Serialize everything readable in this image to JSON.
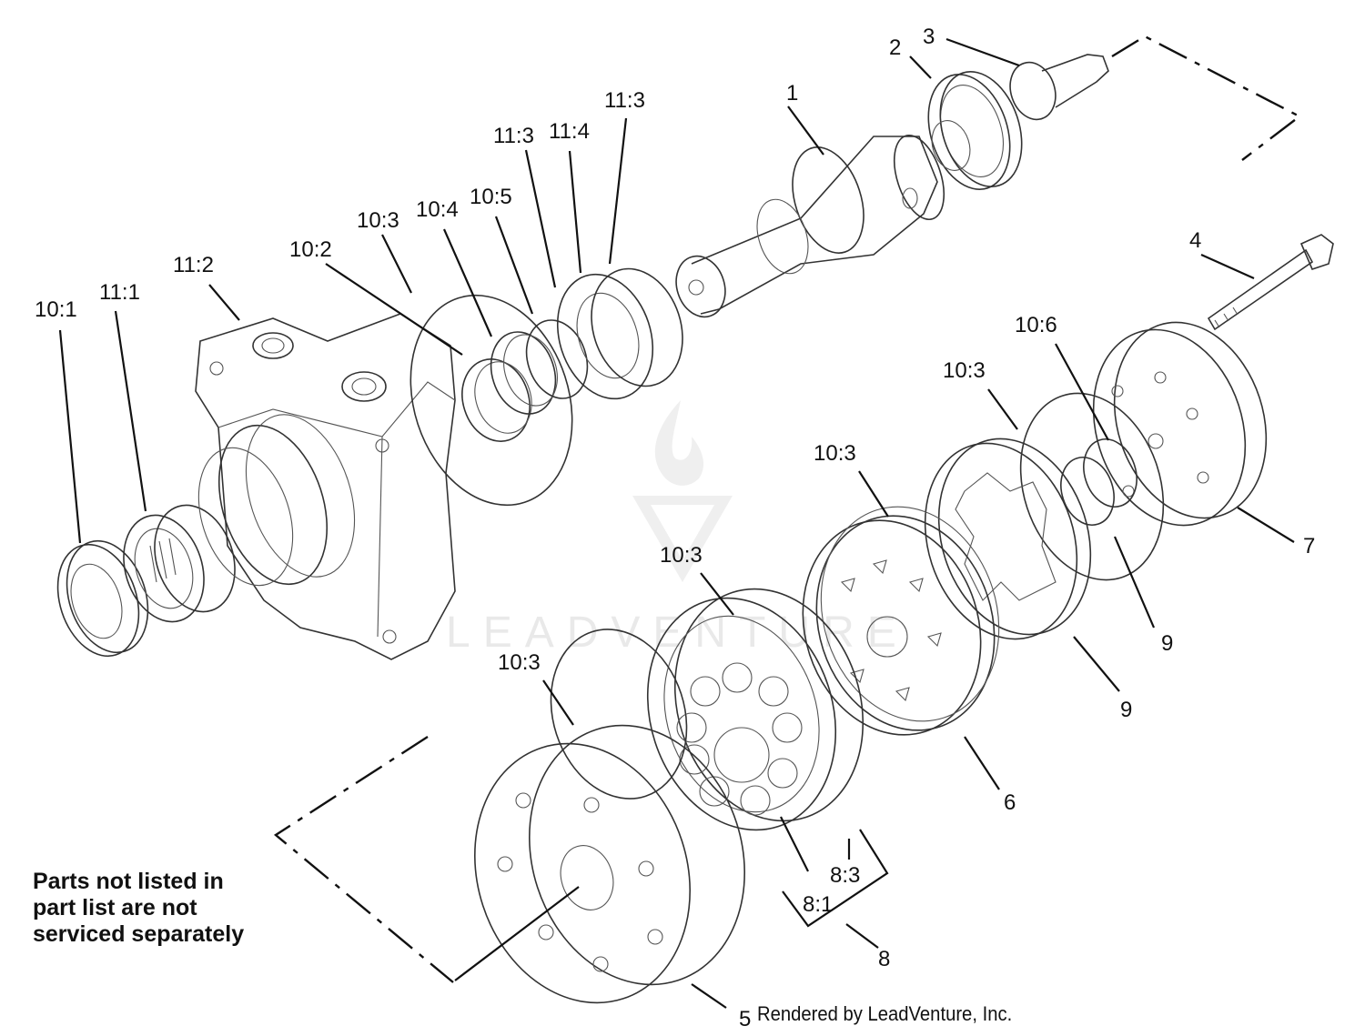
{
  "diagram": {
    "callouts": [
      {
        "id": "c-1",
        "text": "1"
      },
      {
        "id": "c-2",
        "text": "2"
      },
      {
        "id": "c-3",
        "text": "3"
      },
      {
        "id": "c-4",
        "text": "4"
      },
      {
        "id": "c-5",
        "text": "5"
      },
      {
        "id": "c-6",
        "text": "6"
      },
      {
        "id": "c-7",
        "text": "7"
      },
      {
        "id": "c-8",
        "text": "8"
      },
      {
        "id": "c-8-1",
        "text": "8:1"
      },
      {
        "id": "c-8-3",
        "text": "8:3"
      },
      {
        "id": "c-9a",
        "text": "9"
      },
      {
        "id": "c-9b",
        "text": "9"
      },
      {
        "id": "c-10-1",
        "text": "10:1"
      },
      {
        "id": "c-10-2",
        "text": "10:2"
      },
      {
        "id": "c-10-3a",
        "text": "10:3"
      },
      {
        "id": "c-10-3b",
        "text": "10:3"
      },
      {
        "id": "c-10-3c",
        "text": "10:3"
      },
      {
        "id": "c-10-3d",
        "text": "10:3"
      },
      {
        "id": "c-10-3e",
        "text": "10:3"
      },
      {
        "id": "c-10-4",
        "text": "10:4"
      },
      {
        "id": "c-10-5",
        "text": "10:5"
      },
      {
        "id": "c-10-6",
        "text": "10:6"
      },
      {
        "id": "c-11-1",
        "text": "11:1"
      },
      {
        "id": "c-11-2",
        "text": "11:2"
      },
      {
        "id": "c-11-3a",
        "text": "11:3"
      },
      {
        "id": "c-11-3b",
        "text": "11:3"
      },
      {
        "id": "c-11-4",
        "text": "11:4"
      }
    ]
  },
  "note": {
    "lines": [
      "Parts not listed in",
      "part list are not",
      "serviced separately"
    ]
  },
  "credit": "Rendered by LeadVenture, Inc.",
  "watermark": "LEADVENTURE",
  "colors": {
    "ink": "#111111",
    "line": "#333333",
    "watermark": "#e9e9e9"
  }
}
